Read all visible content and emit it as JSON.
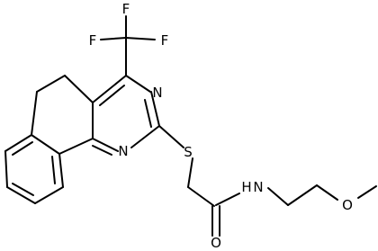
{
  "atoms": {
    "F_top": "F",
    "F_left": "F",
    "F_right": "F",
    "N_upper": "N",
    "N_lower": "N",
    "S": "S",
    "NH": "N",
    "H": "H",
    "O_carbonyl": "O",
    "O_ether": "O"
  }
}
